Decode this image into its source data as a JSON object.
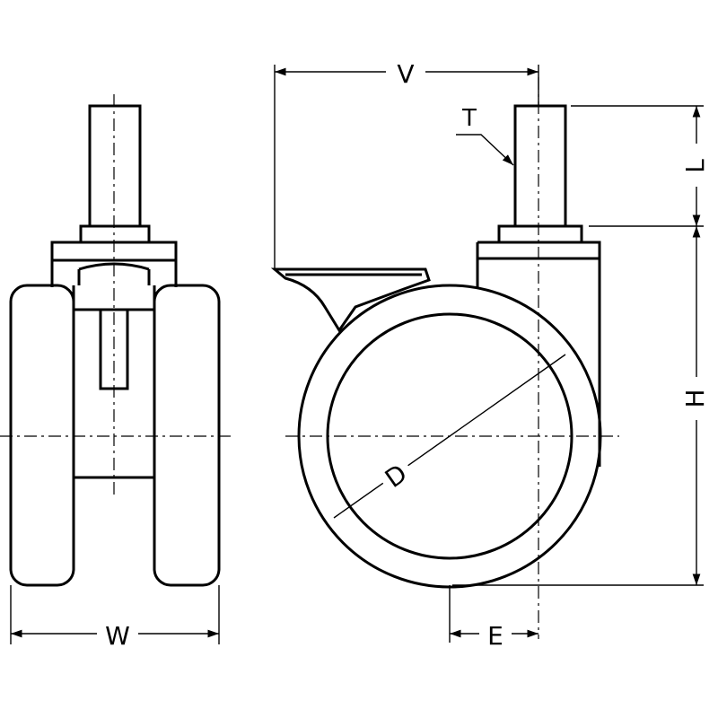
{
  "dimensions": {
    "W": "W",
    "V": "V",
    "T": "T",
    "L": "L",
    "H": "H",
    "D": "D",
    "E": "E"
  },
  "colors": {
    "line": "#000000",
    "fill": "#ffffff"
  }
}
